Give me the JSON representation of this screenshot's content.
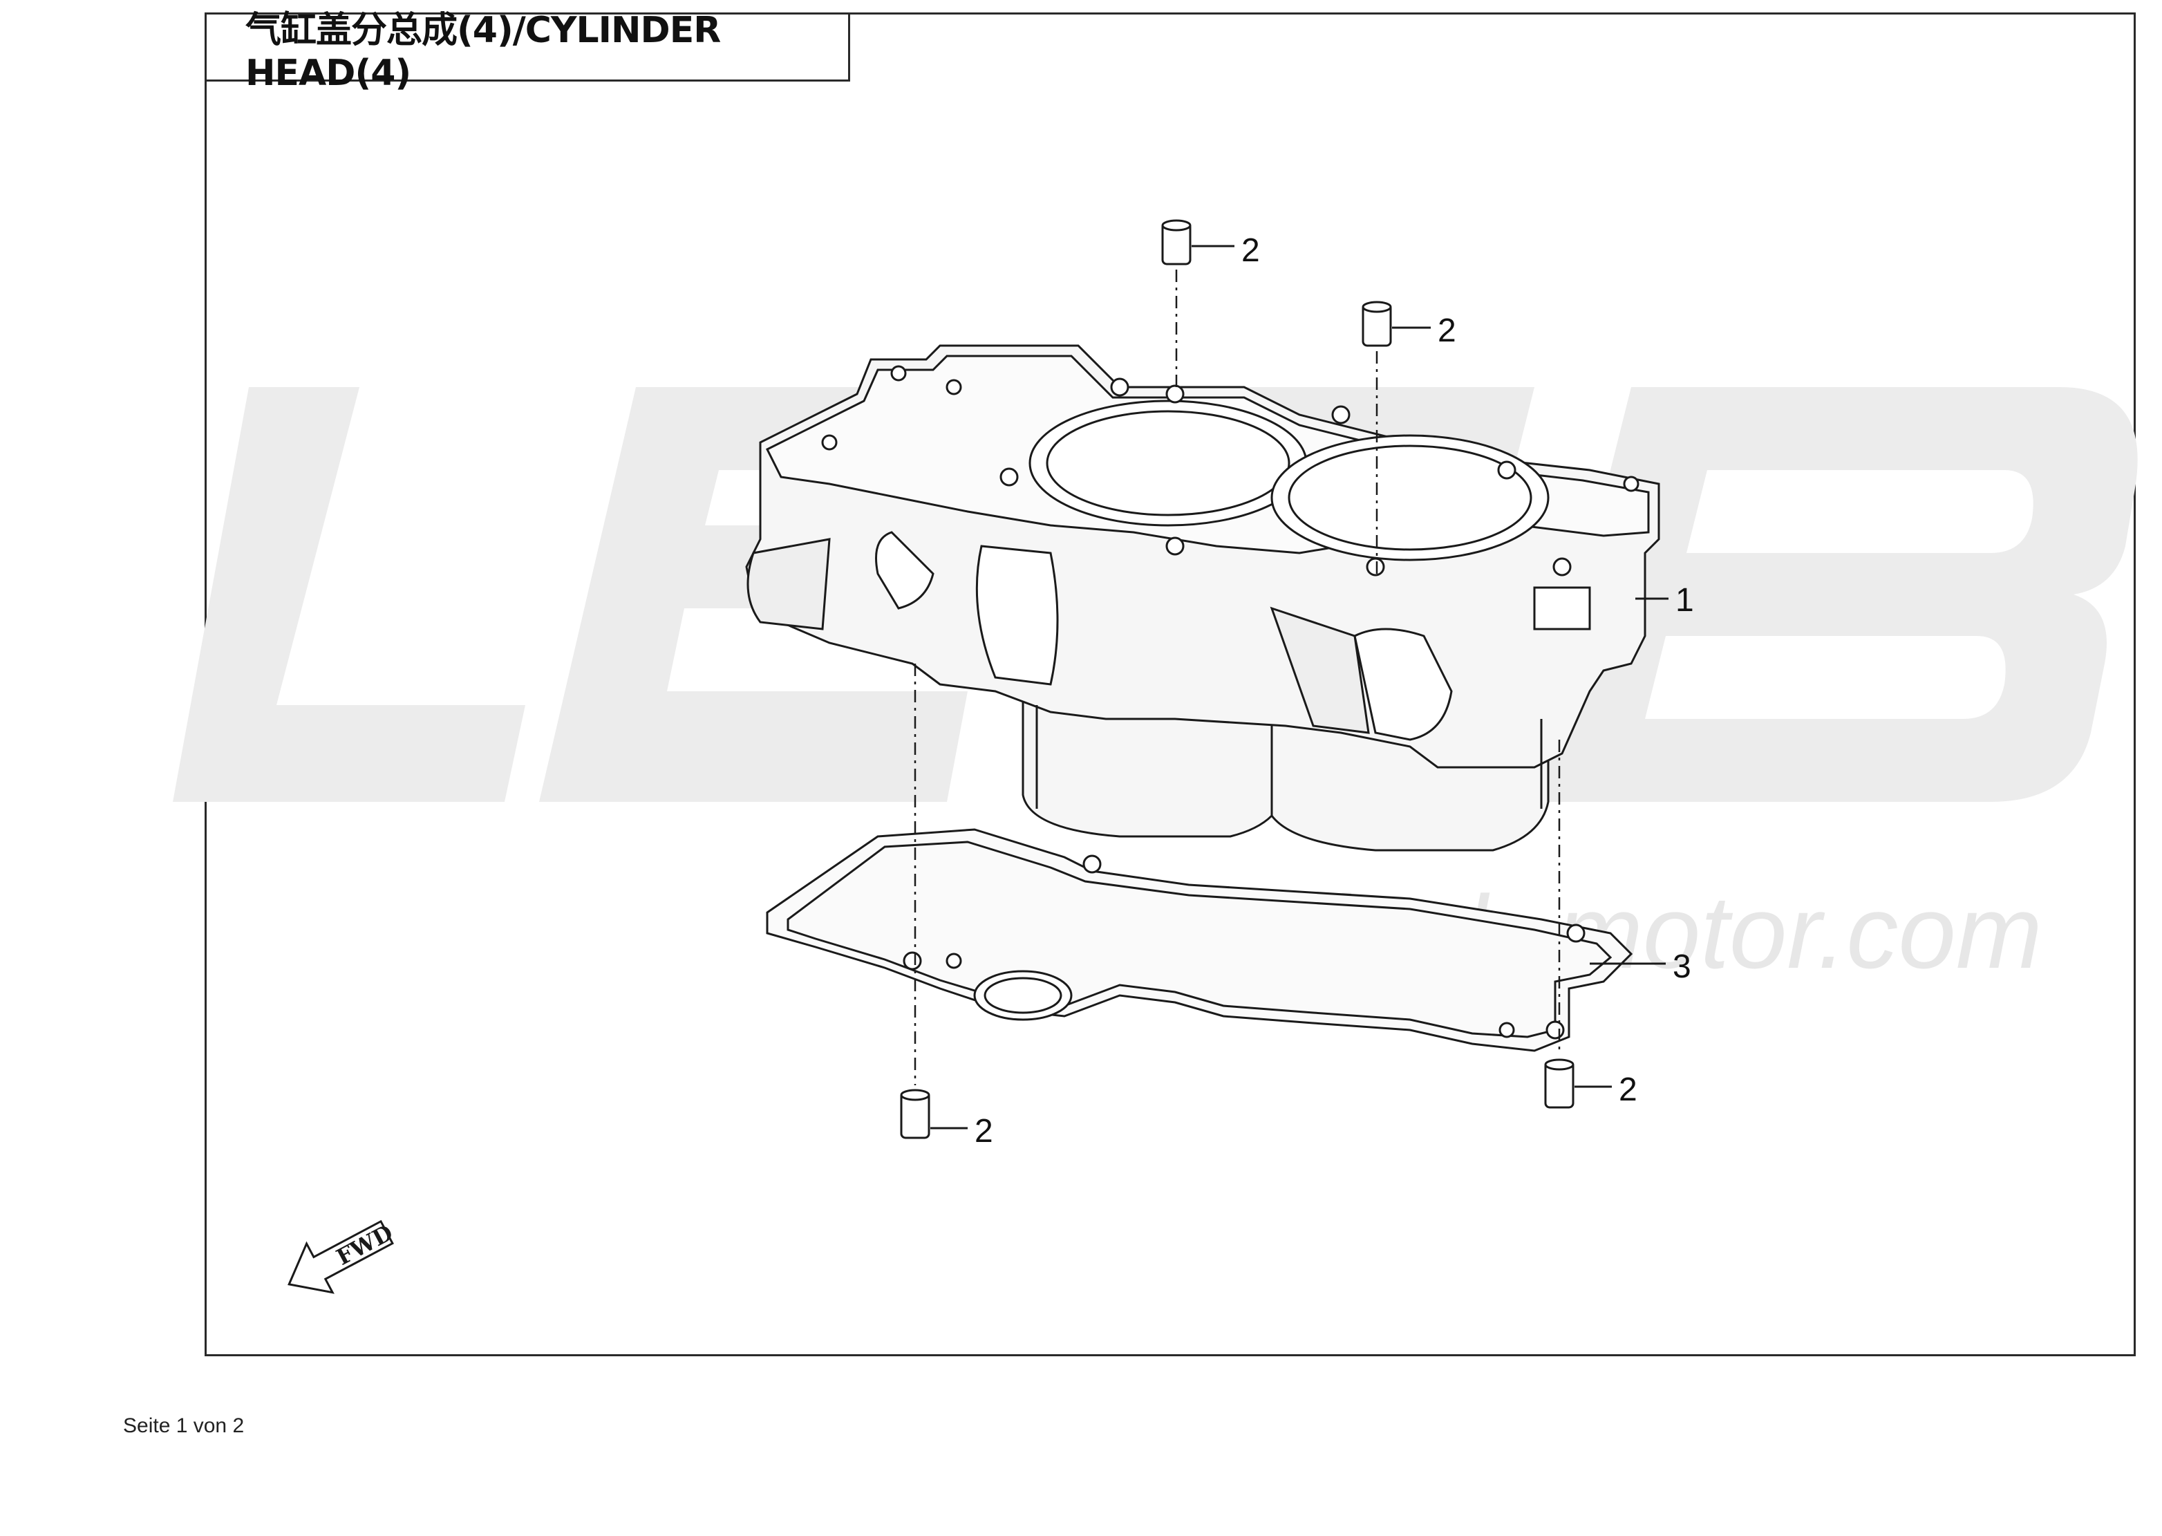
{
  "title": "气缸盖分总成(4)/CYLINDER HEAD(4)",
  "watermark": {
    "logo_text": "LEEB",
    "url_text": "www.leeb-motor.com"
  },
  "callouts": {
    "c1": "1",
    "c2a": "2",
    "c2b": "2",
    "c2c": "2",
    "c2d": "2",
    "c3": "3"
  },
  "fwd_label": "FWD",
  "footer": "Seite 1 von 2",
  "colors": {
    "line": "#1a1a1a",
    "watermark": "#e7e7e7",
    "part_fill": "#f4f4f4"
  }
}
